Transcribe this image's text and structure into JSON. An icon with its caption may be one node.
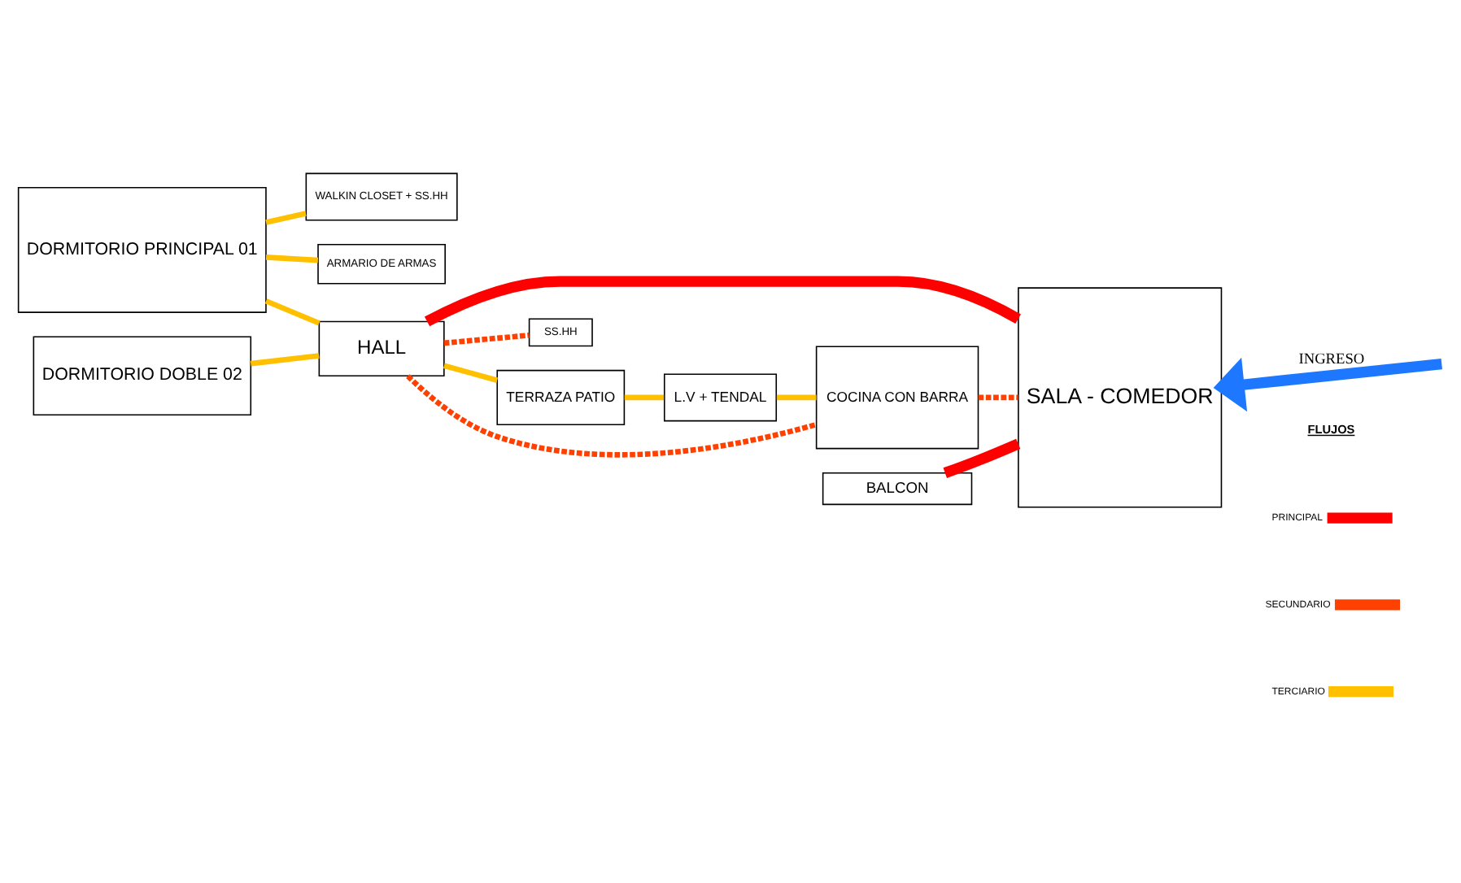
{
  "diagram": {
    "nodes": [
      {
        "text": [
          "DORMITORIO PRINCIPAL 01"
        ]
      },
      {
        "text": [
          "WALKIN CLOSET + SS.HH"
        ]
      },
      {
        "text": [
          "ARMARIO DE ARMAS"
        ]
      },
      {
        "text": [
          "BALCON"
        ]
      },
      {
        "text": [
          "SALA - COMEDOR"
        ]
      },
      {
        "text": [
          "DORMITORIO DOBLE 02"
        ]
      },
      {
        "text": [
          "HALL"
        ]
      },
      {
        "text": [
          "SS.HH"
        ]
      },
      {
        "text": [
          "TERRAZA PATIO"
        ]
      },
      {
        "text": [
          "COCINA CON BARRA"
        ]
      },
      {
        "text": [
          "L.V + TENDAL"
        ]
      }
    ],
    "edges": [
      {
        "from": 0,
        "to": 1,
        "arrow": "none"
      },
      {
        "from": 0,
        "to": 2,
        "arrow": "none"
      },
      {
        "from": 3,
        "to": 4,
        "arrow": "none",
        "style": "thick",
        "color": "#ff0000"
      },
      {
        "from": 0,
        "to": 6,
        "arrow": "none"
      },
      {
        "from": 5,
        "to": 6,
        "arrow": "none"
      },
      {
        "from": 6,
        "to": 4,
        "arrow": "none",
        "style": "thick",
        "color": "#ff0000"
      },
      {
        "from": 6,
        "to": 8,
        "arrow": "none"
      },
      {
        "from": 6,
        "to": 7,
        "arrow": "none",
        "style": "dashed",
        "color": "#ff4000"
      },
      {
        "from": 6,
        "to": 9,
        "arrow": "none",
        "style": "dashed",
        "color": "#ff4000"
      },
      {
        "from": 9,
        "to": 4,
        "arrow": "none",
        "style": "dashed",
        "color": "#ff4000"
      },
      {
        "from": 8,
        "to": 10,
        "arrow": "none"
      },
      {
        "from": 10,
        "to": 9,
        "arrow": "none"
      },
      {
        "from": null,
        "to": 4,
        "arrow": "to",
        "label": "INGRESO",
        "style": "thick",
        "color": "#1e78ff"
      }
    ],
    "labels": [
      "FLUJOS"
    ],
    "legend": [
      {
        "text": "PRINCIPAL",
        "color": "#ff0000"
      },
      {
        "text": "SECUNDARIO",
        "color": "#ff4000"
      },
      {
        "text": "TERCIARIO",
        "color": "#ffc000"
      }
    ]
  }
}
